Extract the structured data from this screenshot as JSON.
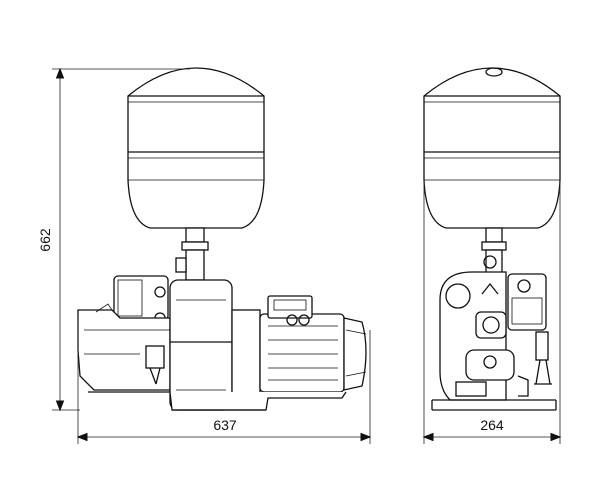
{
  "dimensions": {
    "height_label": "662",
    "length_label": "637",
    "width_label": "264"
  }
}
